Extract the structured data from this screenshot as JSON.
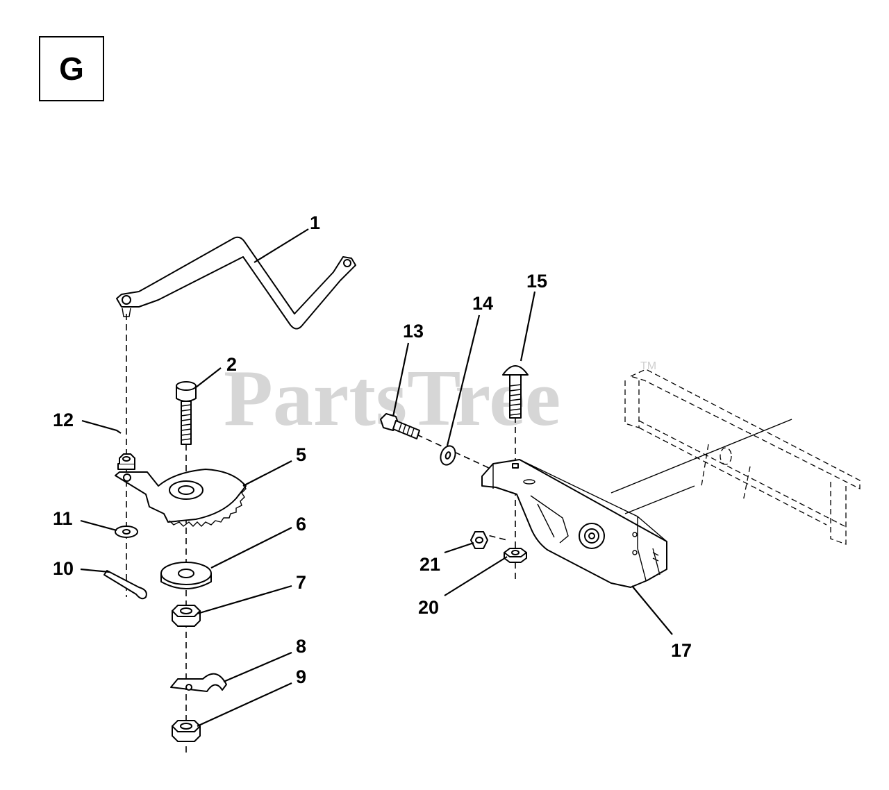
{
  "diagram": {
    "section_label": "G",
    "watermark": "PartsTree",
    "watermark_mark": "TM",
    "callouts": [
      {
        "id": "c1",
        "label": "1"
      },
      {
        "id": "c2",
        "label": "2"
      },
      {
        "id": "c5",
        "label": "5"
      },
      {
        "id": "c6",
        "label": "6"
      },
      {
        "id": "c7",
        "label": "7"
      },
      {
        "id": "c8",
        "label": "8"
      },
      {
        "id": "c9",
        "label": "9"
      },
      {
        "id": "c10",
        "label": "10"
      },
      {
        "id": "c11",
        "label": "11"
      },
      {
        "id": "c12",
        "label": "12"
      },
      {
        "id": "c13",
        "label": "13"
      },
      {
        "id": "c14",
        "label": "14"
      },
      {
        "id": "c15",
        "label": "15"
      },
      {
        "id": "c17",
        "label": "17"
      },
      {
        "id": "c20",
        "label": "20"
      },
      {
        "id": "c21",
        "label": "21"
      }
    ]
  }
}
